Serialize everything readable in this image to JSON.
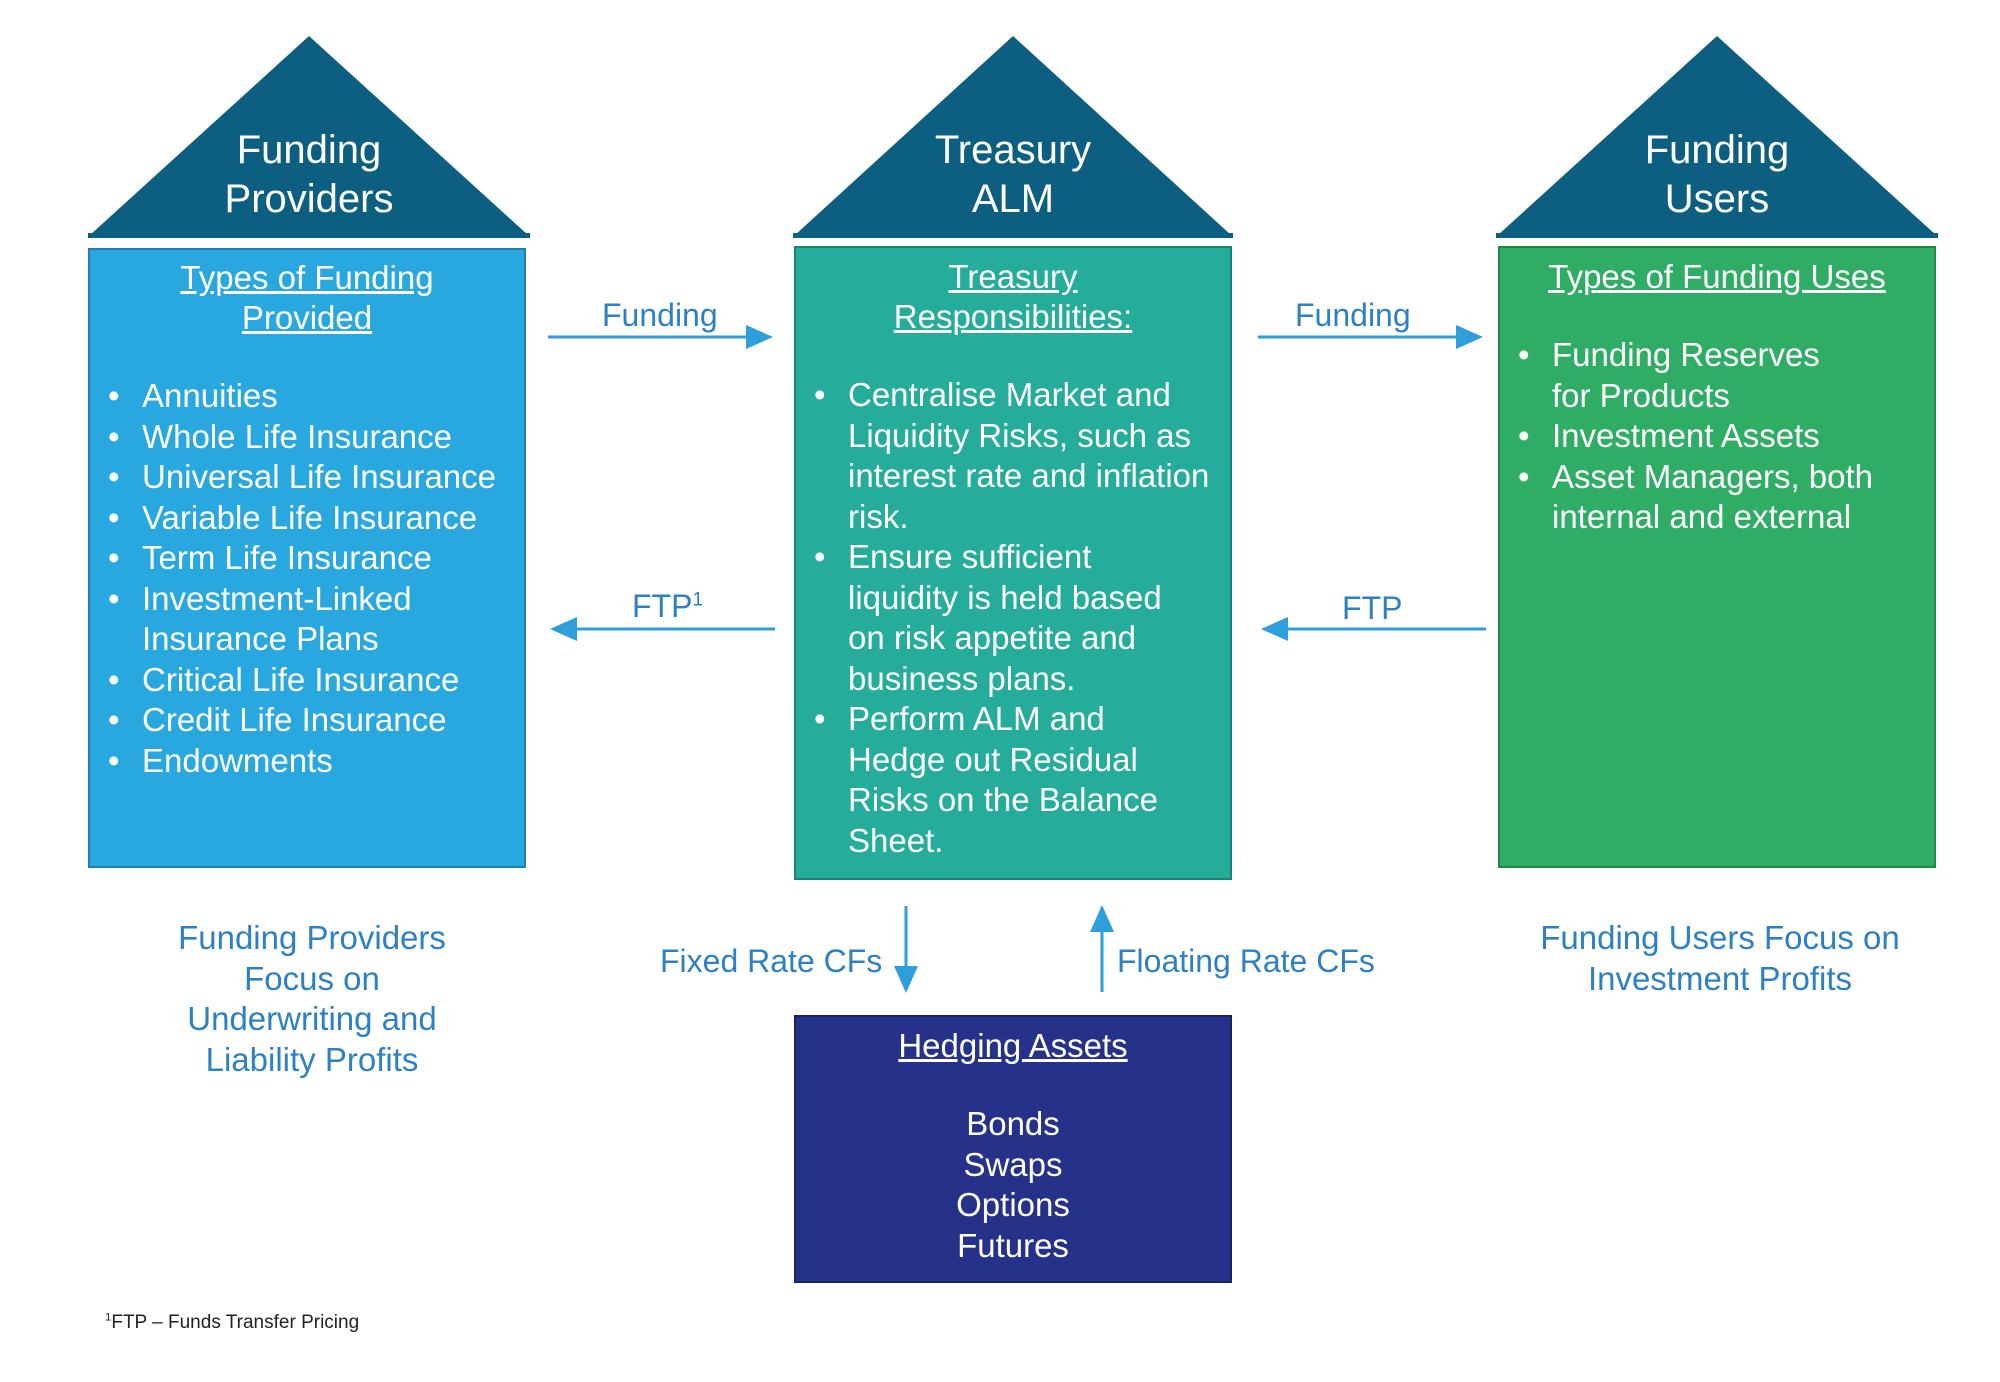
{
  "colors": {
    "roof": "#0d5f82",
    "providers_box": "#29a8e0",
    "treasury_box": "#26ac9b",
    "users_box": "#30ad64",
    "hedging_box": "#263289",
    "arrow": "#2e9fdb",
    "caption_text": "#2e80c4"
  },
  "columns": [
    {
      "roof_lines": [
        "Funding",
        "Providers"
      ],
      "heading_lines": [
        "Types of Funding",
        "Provided"
      ],
      "items": [
        "Annuities",
        "Whole Life Insurance",
        "Universal Life Insurance",
        "Variable Life Insurance",
        "Term Life Insurance",
        "Investment-Linked Insurance Plans",
        "Critical Life Insurance",
        "Credit Life Insurance",
        "Endowments"
      ],
      "caption": "Funding Providers Focus on Underwriting and Liability Profits"
    },
    {
      "roof_lines": [
        "Treasury",
        "ALM"
      ],
      "heading_lines": [
        "Treasury",
        "Responsibilities:"
      ],
      "items": [
        "Centralise Market and Liquidity Risks, such as interest rate and inflation risk.",
        "Ensure sufficient liquidity is held based on risk appetite and business plans.",
        "Perform ALM and Hedge out Residual Risks on the Balance Sheet."
      ]
    },
    {
      "roof_lines": [
        "Funding",
        "Users"
      ],
      "heading_lines": [
        "Types of Funding Uses"
      ],
      "items": [
        "Funding Reserves for Products",
        "Investment Assets",
        "Asset Managers, both internal and external"
      ],
      "caption": "Funding Users Focus on Investment Profits"
    }
  ],
  "flows": {
    "funding_left": "Funding",
    "funding_right": "Funding",
    "ftp_left": "FTP",
    "ftp_left_sup": "1",
    "ftp_right": "FTP",
    "fixed": "Fixed Rate CFs",
    "floating": "Floating Rate CFs"
  },
  "hedging": {
    "heading": "Hedging Assets",
    "items": [
      "Bonds",
      "Swaps",
      "Options",
      "Futures"
    ]
  },
  "footnote": {
    "marker": "1",
    "text": "FTP – Funds Transfer Pricing"
  }
}
